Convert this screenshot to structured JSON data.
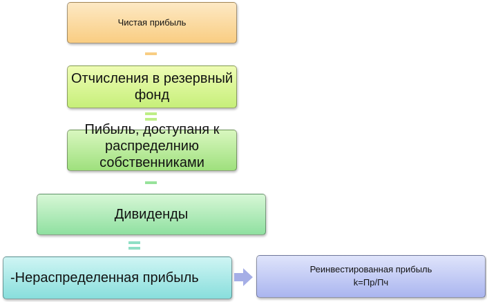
{
  "boxes": {
    "net_profit": "Чистая прибыль",
    "reserve_fund": "Отчисления в резервный фонд",
    "owners_profit": "Пибыль, доступаня к распределнию собственниками",
    "dividends": "Дивиденды",
    "retained_earnings": "-Нераспределенная прибыль",
    "reinvested_title": "Реинвестированная прибыль",
    "reinvested_formula": "k=Пр/Пч"
  },
  "colors": {
    "net_profit": "#f9cd82",
    "reserve_fund": "#c6ef7a",
    "owners_profit": "#9fe07d",
    "dividends": "#8fe0a0",
    "retained_earnings": "#88dedc",
    "reinvested": "#aab5ef",
    "arrow": "#a5aee6"
  }
}
